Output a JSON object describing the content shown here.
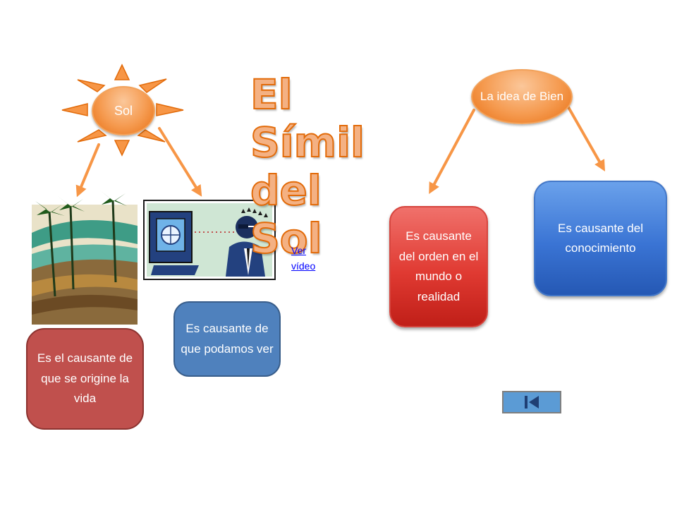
{
  "title": "El Símil\ndel Sol",
  "sun": {
    "label": "Sol"
  },
  "good": {
    "label": "La idea de Bien"
  },
  "boxes": {
    "life": "Es el causante de que  se origine la vida",
    "sight": "Es causante de que podamos ver",
    "order": "Es causante del orden en el mundo  o realidad",
    "knowledge": "Es causante del conocimiento"
  },
  "link": {
    "label": "Ver vídeo"
  },
  "colors": {
    "orange_accent": "#f79646",
    "title_fill": "#f4b183",
    "life_box": "#c0504d",
    "sight_box": "#4f81bd",
    "order_box": "#e03a32",
    "knowledge_box": "#3a74d4",
    "nav_button": "#5b9bd5"
  },
  "icons": {
    "nav": "skip-back-icon"
  }
}
